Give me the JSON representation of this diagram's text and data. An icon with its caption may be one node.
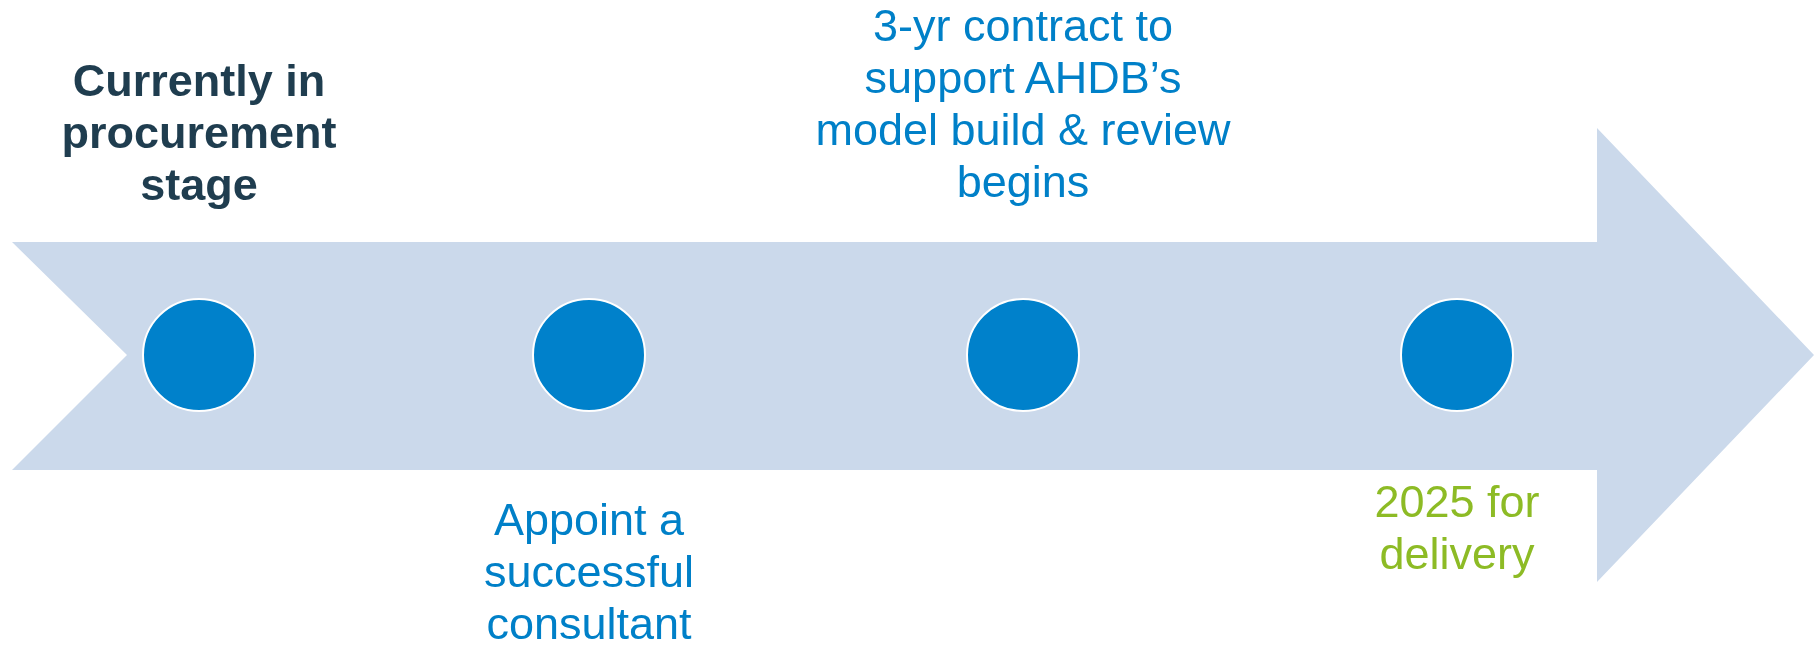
{
  "diagram": {
    "nodes": [
      {
        "text": [],
        "shape": "arrow"
      },
      {
        "text": [],
        "shape": "circle",
        "in": 0,
        "beside": [
          "Currently in procurement stage"
        ]
      },
      {
        "text": [],
        "shape": "circle",
        "in": 0,
        "beside": [
          "Appoint a successful consultant"
        ]
      },
      {
        "text": [],
        "shape": "circle",
        "in": 0,
        "beside": [
          "3-yr contract to support AHDB’s model build & review begins"
        ]
      },
      {
        "text": [],
        "shape": "circle",
        "in": 0,
        "beside": [
          "2025 for delivery"
        ]
      }
    ]
  }
}
